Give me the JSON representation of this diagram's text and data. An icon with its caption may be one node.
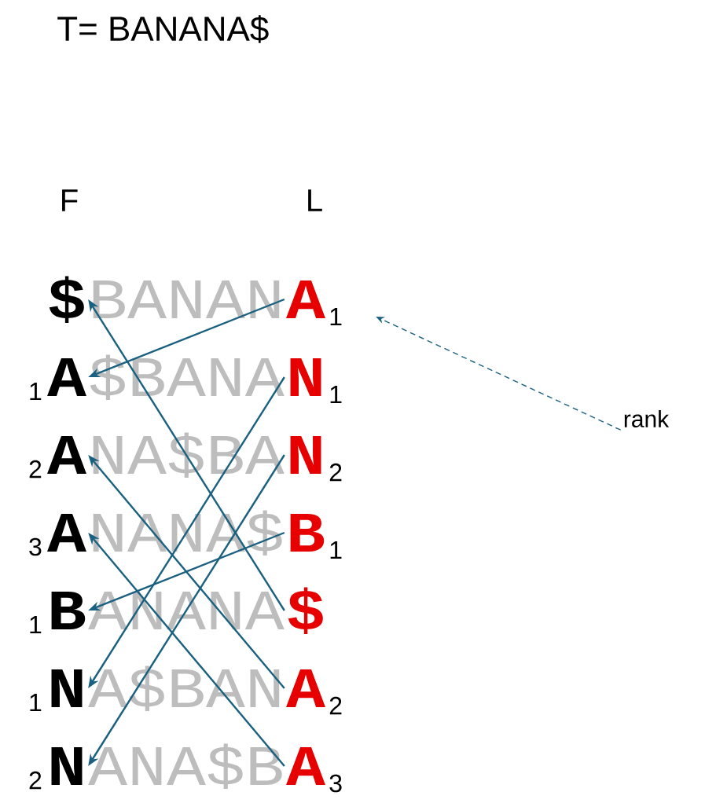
{
  "diagram": {
    "title": "T= BANANA$",
    "nodes": [
      {
        "text": [
          "$"
        ]
      },
      {
        "text": [
          "A"
        ],
        "beside": [
          "1"
        ]
      },
      {
        "text": [
          "A"
        ],
        "beside": [
          "2"
        ]
      },
      {
        "text": [
          "A"
        ],
        "beside": [
          "3"
        ]
      },
      {
        "text": [
          "B"
        ],
        "beside": [
          "1"
        ]
      },
      {
        "text": [
          "N"
        ],
        "beside": [
          "1"
        ]
      },
      {
        "text": [
          "N"
        ],
        "beside": [
          "2"
        ]
      },
      {
        "text": [
          "A"
        ],
        "beside": [
          "1"
        ]
      },
      {
        "text": [
          "N"
        ],
        "beside": [
          "1"
        ]
      },
      {
        "text": [
          "N"
        ],
        "beside": [
          "2"
        ]
      },
      {
        "text": [
          "B"
        ],
        "beside": [
          "1"
        ]
      },
      {
        "text": [
          "$"
        ]
      },
      {
        "text": [
          "A"
        ],
        "beside": [
          "2"
        ]
      },
      {
        "text": [
          "A"
        ],
        "beside": [
          "3"
        ]
      },
      {
        "text": [
          "rank"
        ]
      }
    ],
    "edges": [
      {
        "from": 7,
        "to": 1,
        "arrow": "to"
      },
      {
        "from": 8,
        "to": 5,
        "arrow": "to"
      },
      {
        "from": 9,
        "to": 6,
        "arrow": "to"
      },
      {
        "from": 10,
        "to": 4,
        "arrow": "to"
      },
      {
        "from": 11,
        "to": 0,
        "arrow": "to"
      },
      {
        "from": 12,
        "to": 2,
        "arrow": "to"
      },
      {
        "from": 13,
        "to": 3,
        "arrow": "to"
      },
      {
        "from": 14,
        "to": 7,
        "arrow": "to",
        "style": "dashed"
      }
    ],
    "labels": [
      "F",
      "L",
      "BANAN",
      "$BANA",
      "NA$BA",
      "NANA$",
      "ANANA",
      "A$BAN",
      "ANA$B"
    ]
  }
}
